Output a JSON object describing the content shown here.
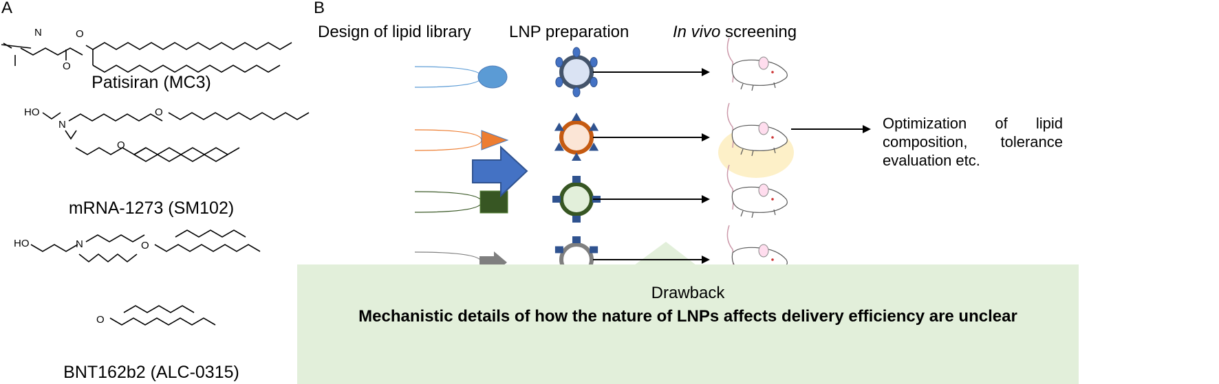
{
  "panels": {
    "a": "A",
    "b": "B"
  },
  "molecules": [
    {
      "name": "Patisiran (MC3)"
    },
    {
      "name": "mRNA-1273 (SM102)"
    },
    {
      "name": "BNT162b2 (ALC-0315)"
    }
  ],
  "atoms": {
    "n": "N",
    "o": "O",
    "ho": "HO"
  },
  "workflow": {
    "step1": "Design of lipid library",
    "step2": "LNP preparation",
    "step3_italic": "In vivo",
    "step3_rest": " screening",
    "outcome": "Optimization of lipid composition, tolerance evaluation etc."
  },
  "drawback": {
    "title": "Drawback",
    "text": "Mechanistic details of how the nature of LNPs affects delivery efficiency are unclear"
  },
  "colors": {
    "blue": "#5b9bd5",
    "orange": "#ed7d31",
    "green": "#375623",
    "gray": "#7f7f7f",
    "arrow": "#4472c4",
    "highlight": "#fdf0c8",
    "drawback_bg": "#e2efda"
  }
}
